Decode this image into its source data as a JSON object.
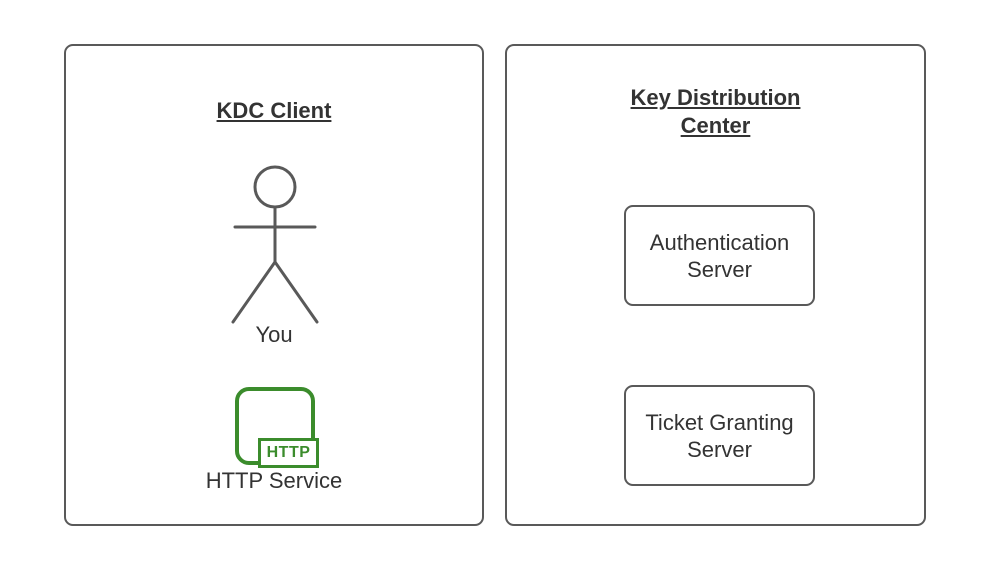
{
  "colors": {
    "panel_border": "#595959",
    "text": "#333333",
    "service_green": "#3b8c2c",
    "background": "#ffffff"
  },
  "left_panel": {
    "title": "KDC Client",
    "actor_label": "You",
    "service_badge": "HTTP",
    "service_label": "HTTP Service"
  },
  "right_panel": {
    "title": "Key Distribution\nCenter",
    "nodes": [
      {
        "label": "Authentication\nServer"
      },
      {
        "label": "Ticket Granting\nServer"
      }
    ]
  }
}
